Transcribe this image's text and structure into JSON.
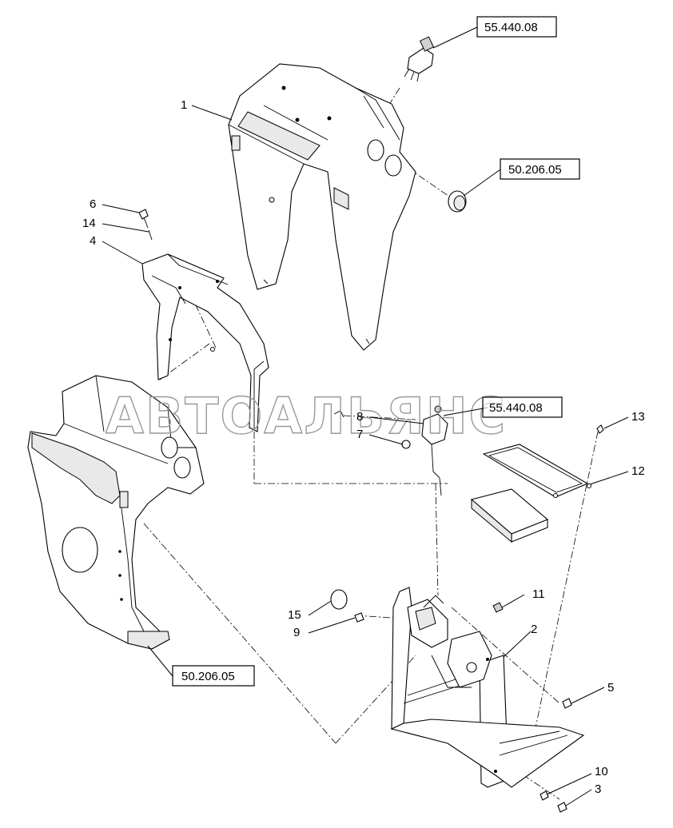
{
  "watermark": "АВТОАЛЬЯНС",
  "callouts": {
    "c1": "1",
    "c2": "2",
    "c3": "3",
    "c4": "4",
    "c5": "5",
    "c6": "6",
    "c7": "7",
    "c8": "8",
    "c9": "9",
    "c10": "10",
    "c11": "11",
    "c12": "12",
    "c13": "13",
    "c14": "14",
    "c15": "15"
  },
  "references": {
    "ref_top": "55.440.08",
    "ref_cap": "50.206.05",
    "ref_mid": "55.440.08",
    "ref_bottom": "50.206.05"
  }
}
